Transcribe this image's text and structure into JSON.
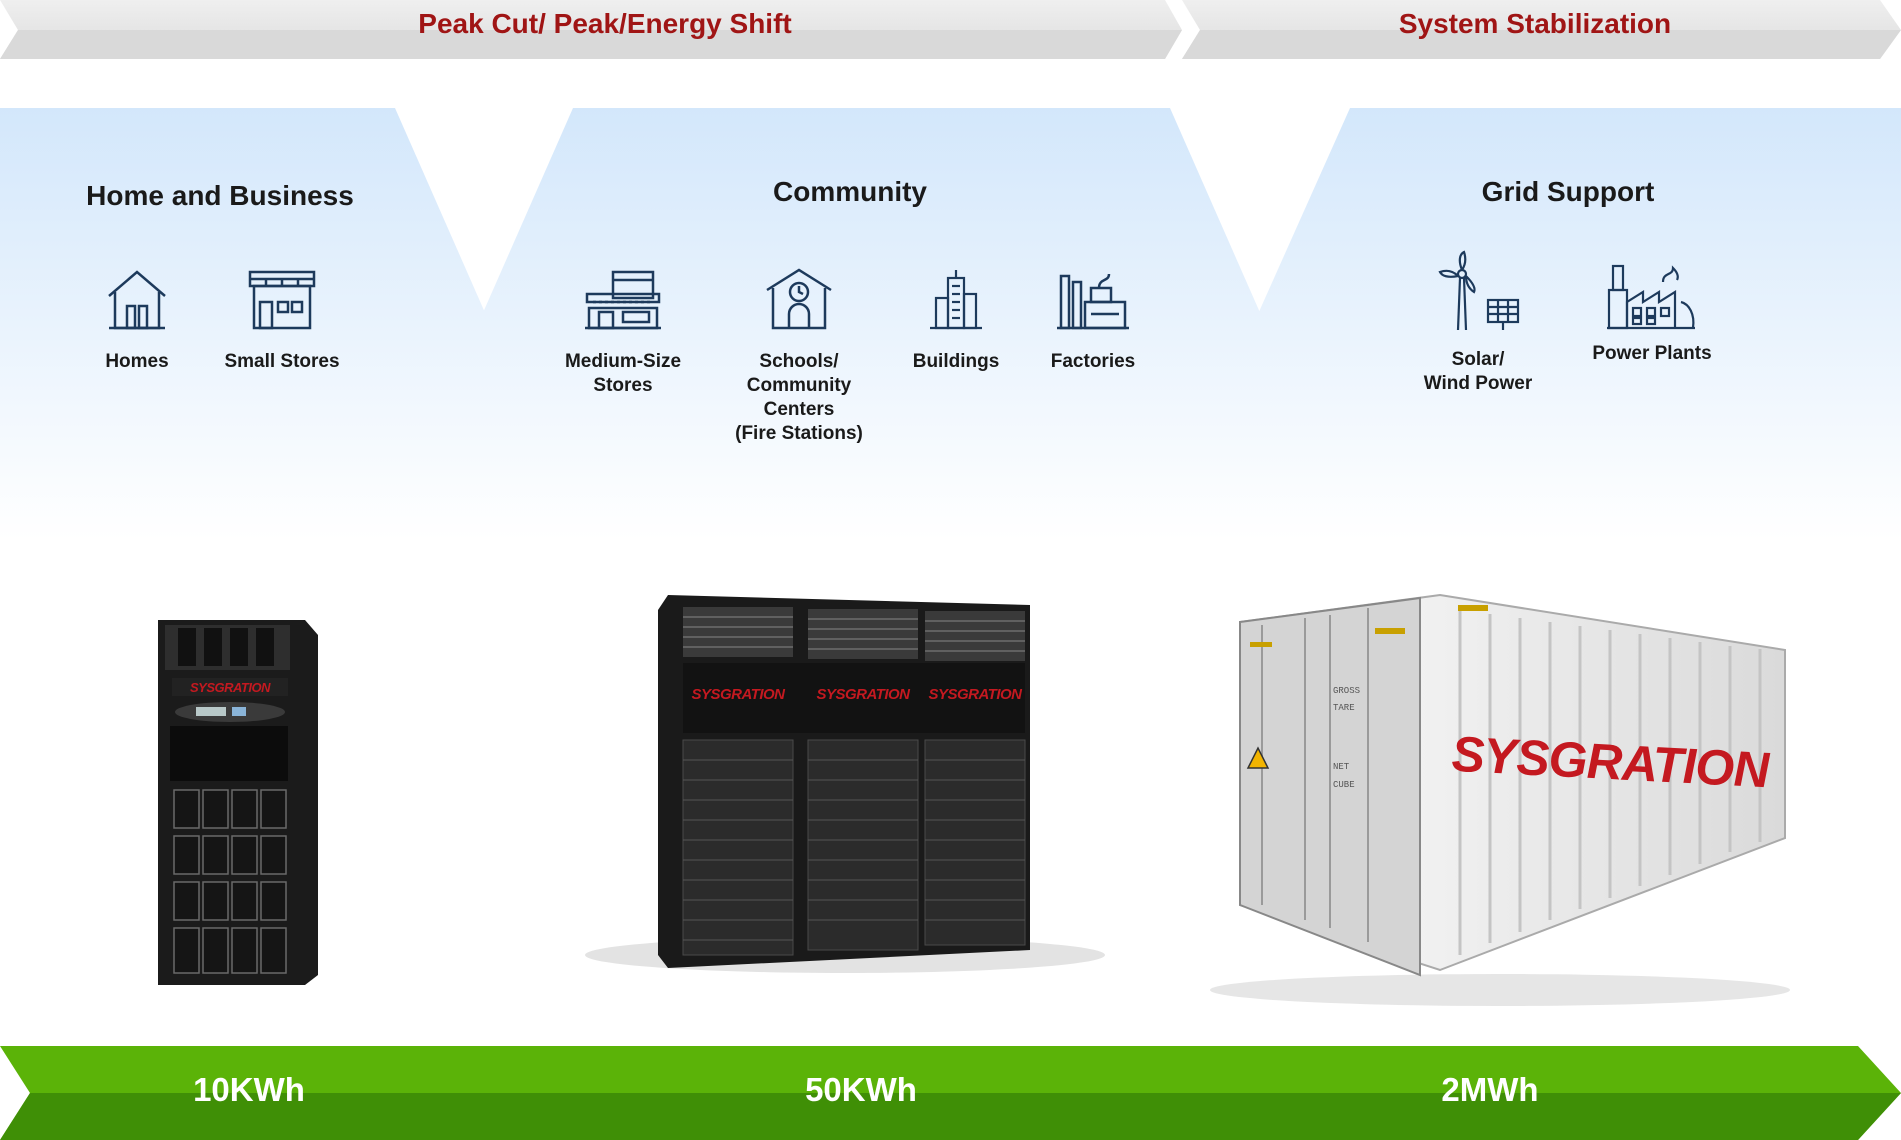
{
  "banners": {
    "left": "Peak Cut/ Peak/Energy Shift",
    "right": "System Stabilization"
  },
  "sections": {
    "home": {
      "title": "Home and Business",
      "items": [
        {
          "label": "Homes",
          "icon": "house-icon"
        },
        {
          "label": "Small Stores",
          "icon": "store-icon"
        }
      ]
    },
    "community": {
      "title": "Community",
      "items": [
        {
          "label": "Medium-Size\nStores",
          "icon": "medium-store-icon"
        },
        {
          "label": "Schools/\nCommunity\nCenters\n(Fire Stations)",
          "icon": "school-icon"
        },
        {
          "label": "Buildings",
          "icon": "buildings-icon"
        },
        {
          "label": "Factories",
          "icon": "factory-icon"
        }
      ]
    },
    "grid": {
      "title": "Grid Support",
      "items": [
        {
          "label": "Solar/\nWind Power",
          "icon": "wind-solar-icon"
        },
        {
          "label": "Power Plants",
          "icon": "power-plant-icon"
        }
      ]
    }
  },
  "products": {
    "brand": "SYSGRATION",
    "small_cabinet_brand": "SYSGRATION",
    "rack_brand": [
      "SYSGRATION",
      "SYSGRATION",
      "SYSGRATION"
    ],
    "container_brand": "SYSGRATION",
    "container_markings": [
      "GROSS",
      "TARE",
      "NET",
      "CUBE"
    ]
  },
  "capacities": [
    "10KWh",
    "50KWh",
    "2MWh"
  ],
  "colors": {
    "banner_text": "#a01515",
    "banner_fill": "#e6e6e6",
    "panel_blue": "#d6e9fb",
    "icon_stroke": "#1d3a5c",
    "capacity_green": "#4caa0a",
    "capacity_green_dark": "#3a8a05",
    "brand_red": "#c41920"
  }
}
